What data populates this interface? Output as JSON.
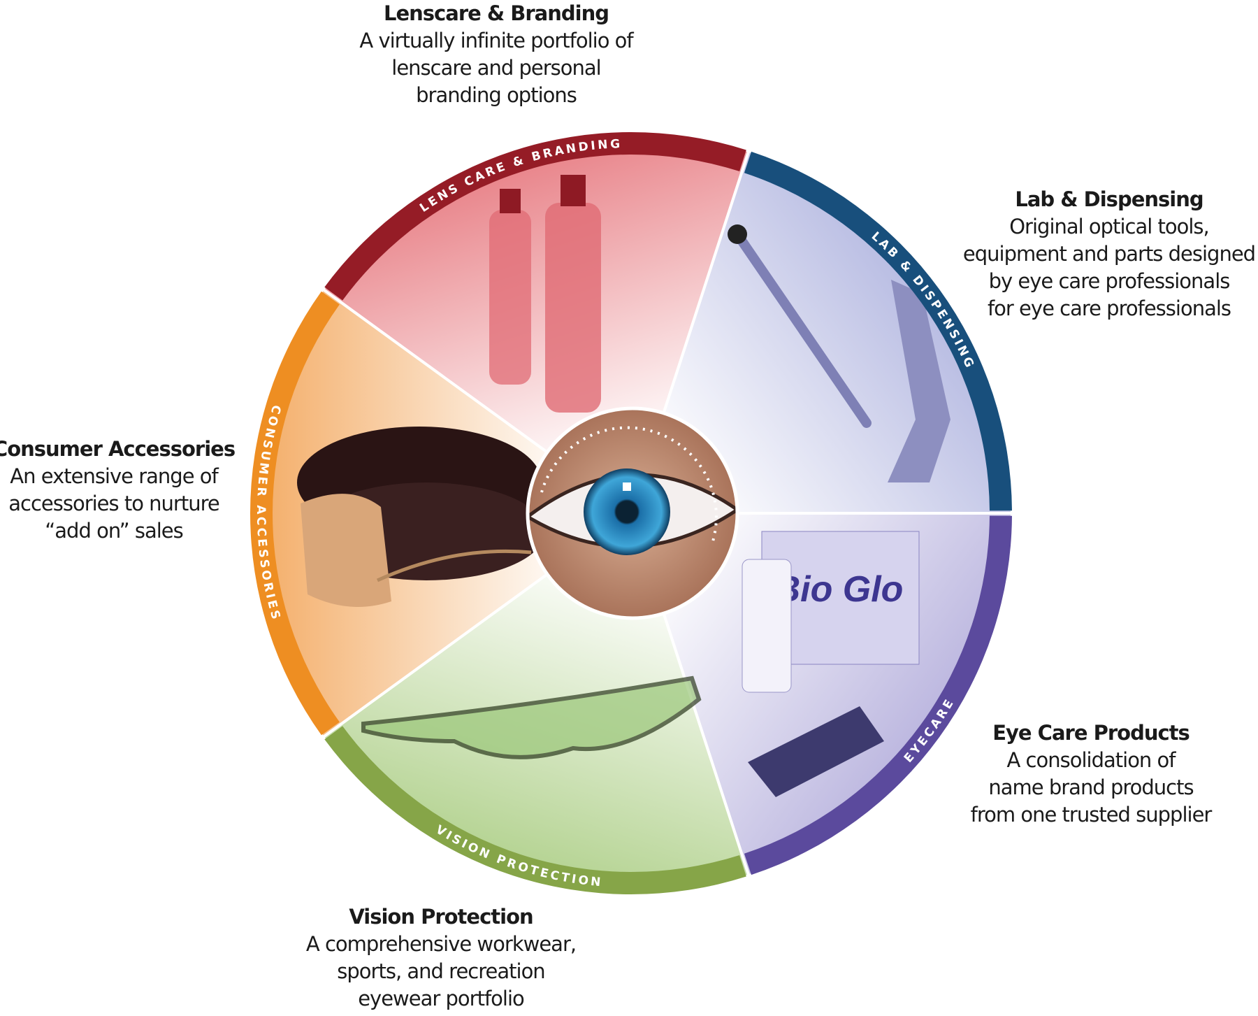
{
  "segments": [
    {
      "id": "lens-care",
      "ring_label": "LENS CARE & BRANDING",
      "ring_color": "#951c26",
      "tint": "#e9868c",
      "title": "Lenscare & Branding",
      "lines": [
        "A virtually infinite portfolio of",
        "lenscare and personal",
        "branding options"
      ]
    },
    {
      "id": "lab-dispensing",
      "ring_label": "LAB & DISPENSING",
      "ring_color": "#184f7c",
      "tint": "#b9bde3",
      "title": "Lab & Dispensing",
      "lines": [
        "Original optical tools,",
        "equipment and parts designed",
        "by eye care professionals",
        "for eye care professionals"
      ]
    },
    {
      "id": "eyecare",
      "ring_label": "EYECARE",
      "ring_color": "#5b4a9d",
      "tint": "#bdb8e0",
      "title": "Eye Care Products",
      "lines": [
        "A consolidation of",
        "name brand products",
        "from one trusted supplier"
      ]
    },
    {
      "id": "vision-protection",
      "ring_label": "VISION PROTECTION",
      "ring_color": "#86a548",
      "tint": "#b6d494",
      "title": "Vision Protection",
      "lines": [
        "A comprehensive workwear,",
        "sports, and recreation",
        "eyewear portfolio"
      ]
    },
    {
      "id": "consumer-accessories",
      "ring_label": "CONSUMER ACCESSORIES",
      "ring_color": "#ee8e22",
      "tint": "#f4b06d",
      "title": "Consumer Accessories",
      "lines": [
        "An extensive range of",
        "accessories to nurture",
        "“add on” sales"
      ]
    }
  ],
  "product_text": {
    "bioglo": "Bio Glo"
  }
}
